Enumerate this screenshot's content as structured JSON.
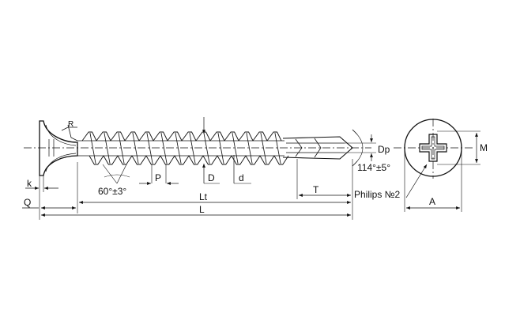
{
  "labels": {
    "r": "R",
    "k": "k",
    "q": "Q",
    "angle_tip": "60°±3°",
    "p": "P",
    "d_major": "D",
    "d_minor": "d",
    "lt": "Lt",
    "l": "L",
    "t": "T",
    "dp": "Dp",
    "angle_point": "114°±5°",
    "drive": "Philips №2",
    "a": "A",
    "m": "M"
  },
  "colors": {
    "stroke": "#111111",
    "background": "#ffffff"
  },
  "thread_turns": 14
}
